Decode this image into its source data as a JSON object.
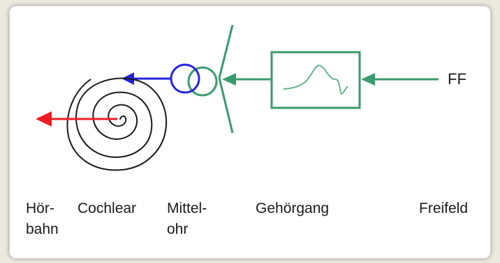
{
  "diagram": {
    "signal_label": "FF",
    "labels": {
      "hoerbahn_line1": "Hör-",
      "hoerbahn_line2": "bahn",
      "cochlear": "Cochlear",
      "mittelohr_line1": "Mittel-",
      "mittelohr_line2": "ohr",
      "gehoergang": "Gehörgang",
      "freifeld": "Freifeld"
    },
    "colors": {
      "green": "#3a9a6e",
      "blue": "#2323dc",
      "red": "#ee1c25",
      "spiral": "#1a1a1a"
    }
  }
}
